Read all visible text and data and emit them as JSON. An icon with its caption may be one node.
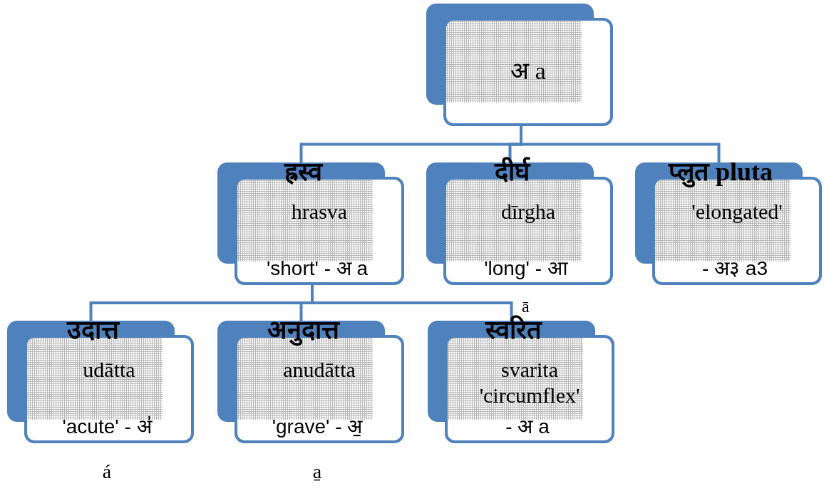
{
  "diagram": {
    "nodes": [
      {
        "text": [
          "अ a"
        ]
      },
      {
        "text": [
          "ह्रस्व",
          "hrasva",
          "'short' - अ a"
        ]
      },
      {
        "text": [
          "दीर्घ",
          "dīrgha",
          "'long' - आ"
        ]
      },
      {
        "text": [
          "प्लुत pluta",
          "'elongated'",
          "- अ३ a3"
        ]
      },
      {
        "text": [
          "उदात्त",
          "udātta",
          "'acute' - अ॑"
        ],
        "beside": [
          "á"
        ]
      },
      {
        "text": [
          "अनुदात्त",
          "anudātta",
          "'grave' - अ॒"
        ],
        "beside": [
          "a̱"
        ]
      },
      {
        "text": [
          "स्वरित",
          "svarita",
          "'circumflex'",
          "- अ a"
        ]
      }
    ],
    "edges": [
      {
        "from": 0,
        "to": 1,
        "arrow": "none"
      },
      {
        "from": 0,
        "to": 2,
        "arrow": "none"
      },
      {
        "from": 0,
        "to": 3,
        "arrow": "none"
      },
      {
        "from": 1,
        "to": 4,
        "arrow": "none"
      },
      {
        "from": 1,
        "to": 5,
        "arrow": "none"
      },
      {
        "from": 1,
        "to": 6,
        "arrow": "none"
      }
    ],
    "labels": [
      "ā"
    ]
  }
}
